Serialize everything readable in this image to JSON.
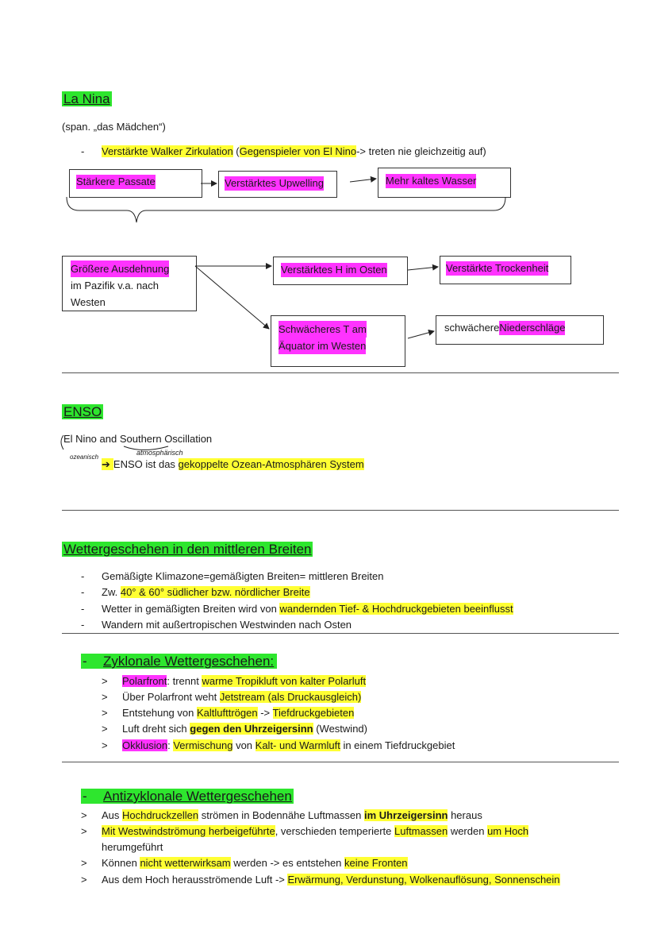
{
  "la_nina": {
    "heading": "La Nina",
    "sub": "(span. „das Mädchen“)",
    "bullet_a": "Verstärkte Walker Zirkulation",
    "bullet_b": " (",
    "bullet_c": "Gegenspieler von El Nino",
    "bullet_d": "-> treten nie gleichzeitig auf)",
    "box1": "Stärkere Passate",
    "box2": "Verstärktes Upwelling",
    "box3": "Mehr kaltes Wasser",
    "box4_a": "Größere Ausdehnung",
    "box4_b": "im Pazifik v.a. nach",
    "box4_c": "Westen",
    "box5": "Verstärktes H im Osten",
    "box6": "Verstärkte Trockenheit",
    "box7_a": "Schwächeres T am",
    "box7_b": "Äquator im Westen",
    "box8_a": "schwächere ",
    "box8_b": "Niederschläge"
  },
  "enso": {
    "heading": "ENSO",
    "line1": "El Nino and Southern Oscillation",
    "note_left": "ozeanisch",
    "note_right": "atmosphärisch",
    "arrow": "➔",
    "line2_a": "ENSO ist das ",
    "line2_b": "gekoppelte Ozean-Atmosphären System"
  },
  "mittlere": {
    "heading": "Wettergeschehen in den mittleren Breiten",
    "i1": "Gemäßigte Klimazone=gemäßigten Breiten= mittleren Breiten",
    "i2_a": "Zw. ",
    "i2_b": "40° & 60° südlicher bzw. nördlicher Breite",
    "i3_a": "Wetter in gemäßigten Breiten wird von ",
    "i3_b": "wandernden Tief- & Hochdruckgebieten beeinflusst",
    "i4": "Wandern mit außertropischen Westwinden nach Osten"
  },
  "zyklonal": {
    "heading": "Zyklonale Wettergeschehen:",
    "r1_a": "Polarfront",
    "r1_b": ": trennt ",
    "r1_c": "warme Tropikluft von kalter Polarluft",
    "r2_a": "Über Polarfront weht ",
    "r2_b": "Jetstream (als Druckausgleich)",
    "r3_a": "Entstehung von ",
    "r3_b": "Kaltlufttrögen",
    "r3_c": " -> ",
    "r3_d": "Tiefdruckgebieten",
    "r4_a": "Luft dreht sich ",
    "r4_b": "gegen den Uhrzeigersinn",
    "r4_c": " (Westwind)",
    "r5_a": "Okklusion",
    "r5_b": ": ",
    "r5_c": "Vermischung",
    "r5_d": " von ",
    "r5_e": "Kalt- und Warmluft",
    "r5_f": " in einem Tiefdruckgebiet"
  },
  "antizyklonal": {
    "heading": "Antizyklonale Wettergeschehen",
    "a1_a": "Aus ",
    "a1_b": "Hochdruckzellen",
    "a1_c": " strömen in Bodennähe Luftmassen ",
    "a1_d": "im Uhrzeigersinn",
    "a1_e": " heraus",
    "a2_a": "Mit Westwindströmung herbeigeführte",
    "a2_b": ", verschieden temperierte ",
    "a2_c": "Luftmassen",
    "a2_d": " werden ",
    "a2_e": "um Hoch",
    "a2_f": "herumgeführt",
    "a3_a": "Können ",
    "a3_b": "nicht wetterwirksam",
    "a3_c": " werden -> es entstehen ",
    "a3_d": "keine Fronten",
    "a4_a": "Aus dem Hoch herausströmende Luft -> ",
    "a4_b": "Erwärmung, Verdunstung, Wolkenauflösung, Sonnenschein"
  },
  "glyphs": {
    "dash": "-",
    "gt": ">"
  }
}
